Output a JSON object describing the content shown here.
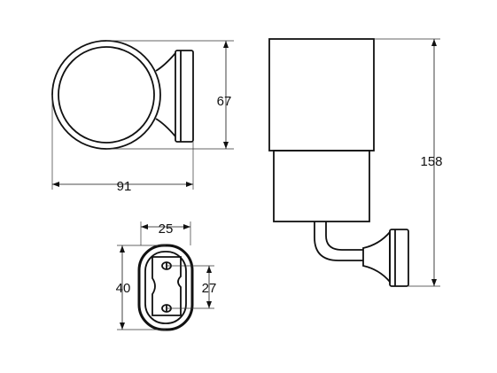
{
  "dimensions": {
    "front_width": "91",
    "front_height": "67",
    "total_height": "158",
    "plate_width": "25",
    "plate_height": "40",
    "hole_spacing": "27"
  }
}
